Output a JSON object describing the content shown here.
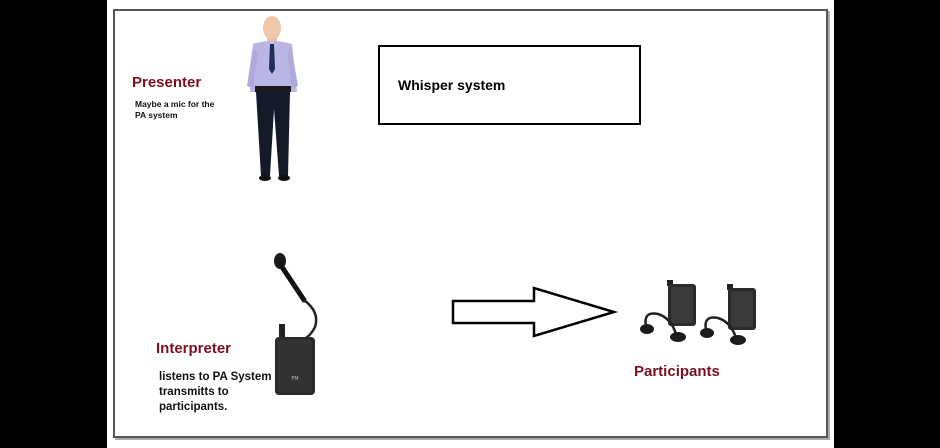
{
  "presenter": {
    "heading": "Presenter",
    "note_line1": "Maybe a mic for the",
    "note_line2": "PA system"
  },
  "whisper": {
    "title": "Whisper system"
  },
  "interpreter": {
    "heading": "Interpreter",
    "line1": "listens to PA System",
    "line2": "transmitts to",
    "line3": "participants."
  },
  "participants": {
    "heading": "Participants"
  },
  "colors": {
    "heading": "#7a1023",
    "frame": "#555555",
    "background": "#000000"
  }
}
